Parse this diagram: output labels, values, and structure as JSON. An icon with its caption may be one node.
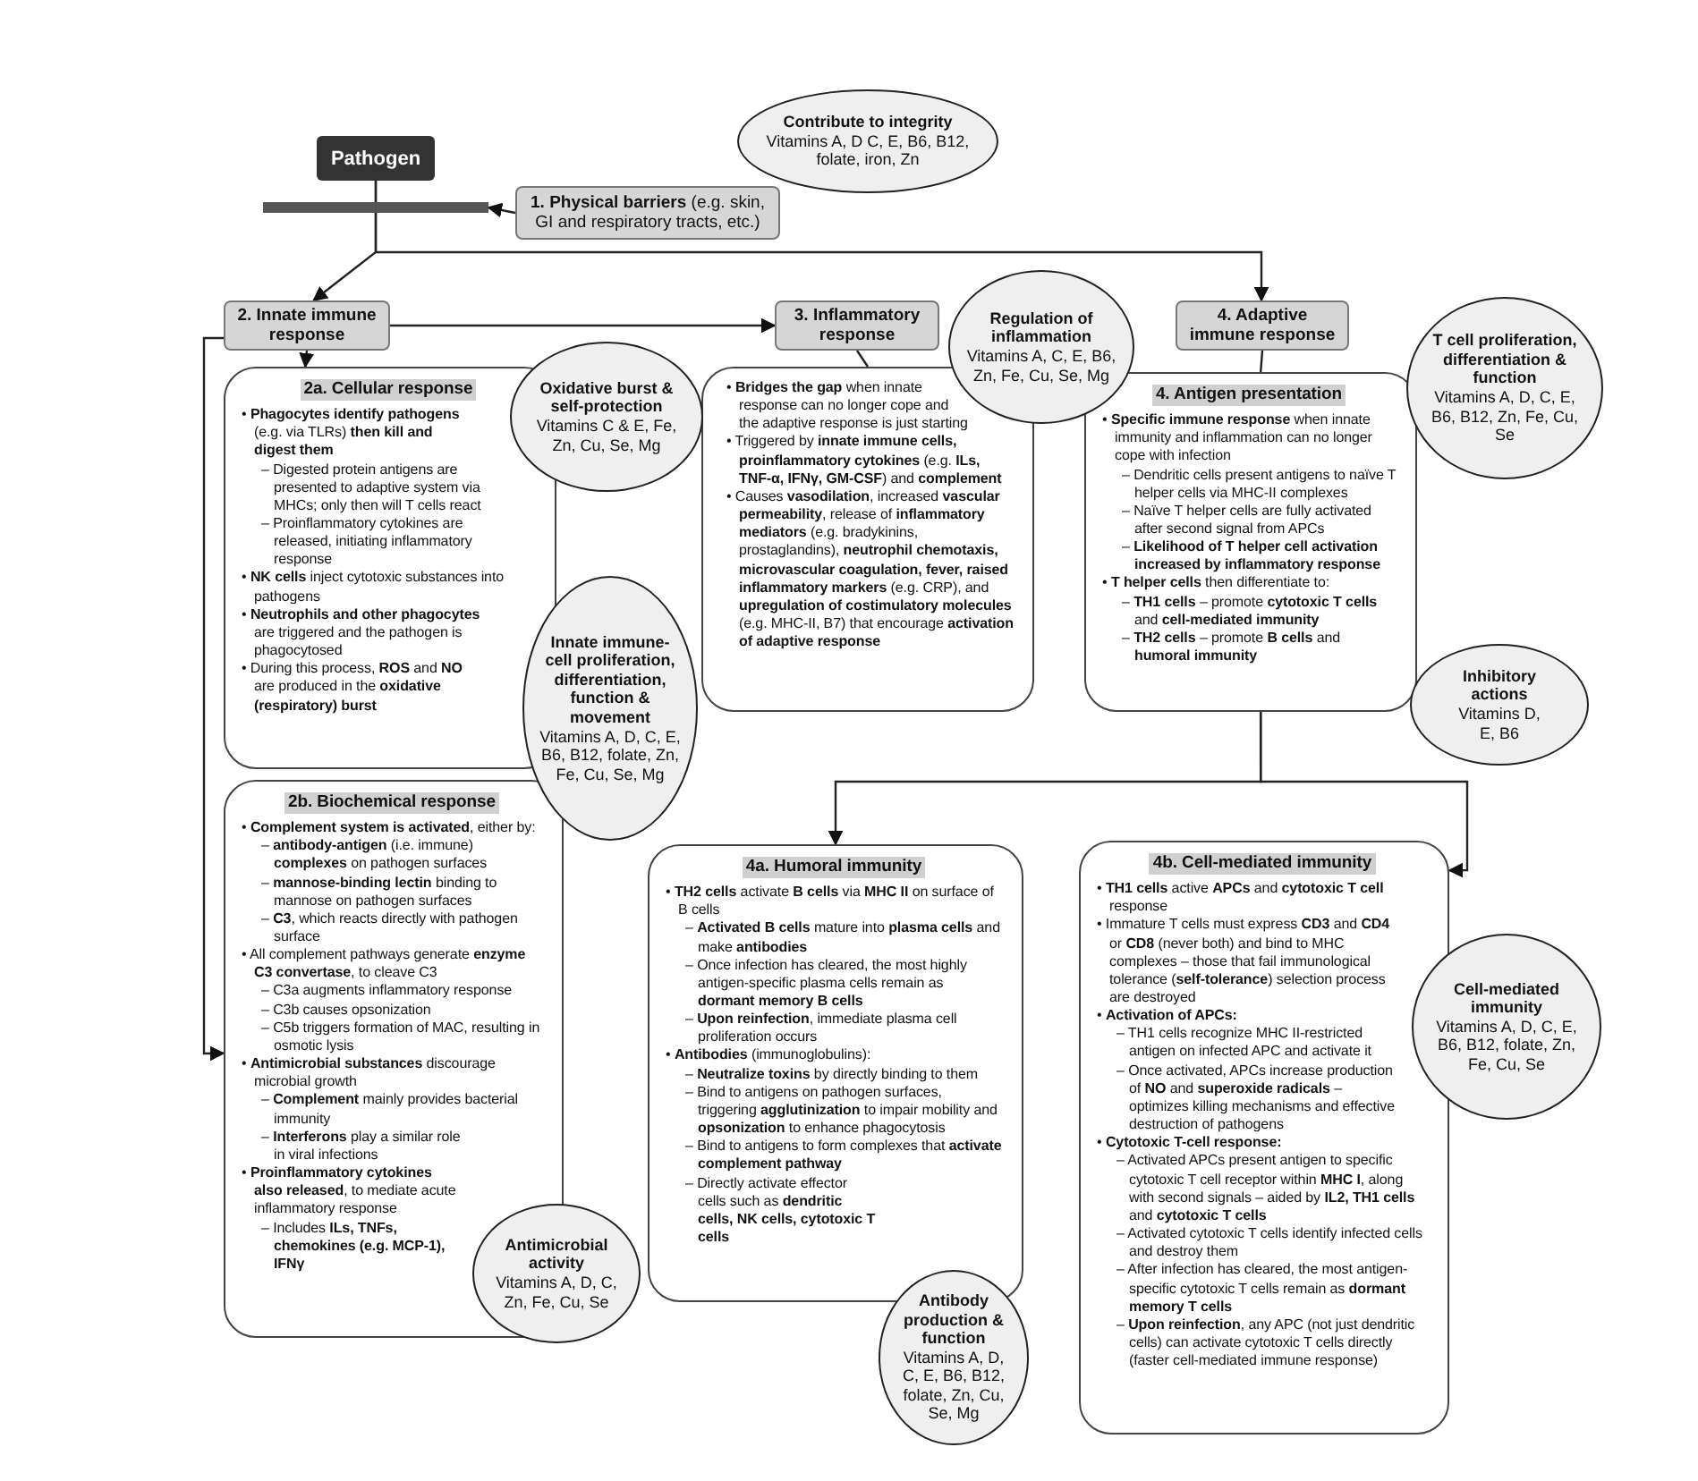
{
  "diagram": {
    "nodes": [
      {
        "text": [
          "Pathogen"
        ]
      },
      {
        "text": [
          "Contribute to integrity",
          "Vitamins A, D C, E, B6, B12, folate, iron, Zn"
        ]
      },
      {
        "text": [],
        "shape": "bar"
      },
      {
        "text": [
          "**1. Physical barriers** (e.g. skin, GI and respiratory tracts, etc.)"
        ]
      },
      {
        "text": [
          "2. Innate immune response"
        ]
      },
      {
        "text": [
          "3. Inflammatory response"
        ]
      },
      {
        "text": [
          "Regulation of inflammation",
          "Vitamins A, C, E, B6, Zn, Fe, Cu, Se, Mg"
        ]
      },
      {
        "text": [
          "4. Adaptive immune response"
        ]
      },
      {
        "text": [
          "T cell proliferation, differentiation & function",
          "Vitamins A, D, C, E, B6, B12, Zn, Fe, Cu, Se"
        ]
      },
      {
        "text": [
          "2a. Cellular response",
          "• **Phagocytes identify pathogens** (e.g. via TLRs) **then kill and digest them**",
          "– Digested protein antigens are presented to adaptive system via MHCs; only then will T cells react",
          "– Proinflammatory cytokines are released, initiating inflammatory response",
          "• **NK cells** inject cytotoxic substances into pathogens",
          "• **Neutrophils and other phagocytes** are triggered and the pathogen is phagocytosed",
          "• During this process, **ROS** and **NO** are produced in the **oxidative (respiratory) burst**"
        ]
      },
      {
        "text": [
          "Oxidative burst & self-protection",
          "Vitamins C & E, Fe, Zn, Cu, Se, Mg"
        ]
      },
      {
        "text": [
          "• **Bridges the gap** when innate response can no longer cope and the adaptive response is just starting",
          "• Triggered by **innate immune cells, proinflammatory cytokines** (e.g. **ILs, TNF-α, IFNγ, GM-CSF**) and **complement**",
          "• Causes **vasodilation**, increased **vascular permeability**, release of **inflammatory mediators** (e.g. bradykinins, prostaglandins), **neutrophil chemotaxis, microvascular coagulation, fever, raised inflammatory markers** (e.g. CRP), and **upregulation of costimulatory molecules** (e.g. MHC-II, B7) that encourage **activation of adaptive response**"
        ]
      },
      {
        "text": [
          "4. Antigen presentation",
          "• **Specific immune response** when innate immunity and inflammation can no longer cope with infection",
          "– Dendritic cells present antigens to naïve T helper cells via MHC-II complexes",
          "– Naïve T helper cells are fully activated after second signal from APCs",
          "– **Likelihood of T helper cell activation increased by inflammatory response**",
          "• **T helper cells** then differentiate to:",
          "– **TH1 cells** – promote **cytotoxic T cells** and **cell-mediated immunity**",
          "– **TH2 cells** – promote **B cells** and **humoral immunity**"
        ]
      },
      {
        "text": [
          "Innate immune-cell proliferation, differentiation, function & movement",
          "Vitamins A, D, C, E, B6, B12, folate, Zn, Fe, Cu, Se, Mg"
        ]
      },
      {
        "text": [
          "Inhibitory actions",
          "Vitamins D, E, B6"
        ]
      },
      {
        "text": [
          "2b. Biochemical response",
          "• **Complement system is activated**, either by:",
          "– **antibody-antigen** (i.e. immune) **complexes** on pathogen surfaces",
          "– **mannose-binding lectin** binding to mannose on pathogen surfaces",
          "– **C3**, which reacts directly with pathogen surface",
          "• All complement pathways generate **enzyme C3 convertase**, to cleave C3",
          "– C3a augments inflammatory response",
          "– C3b causes opsonization",
          "– C5b triggers formation of MAC, resulting in osmotic lysis",
          "• **Antimicrobial substances** discourage microbial growth",
          "– **Complement** mainly provides bacterial immunity",
          "– **Interferons** play a similar role in viral infections",
          "• **Proinflammatory cytokines also released**, to mediate acute inflammatory response",
          "– Includes **ILs, TNFs, chemokines (e.g. MCP-1), IFNγ**"
        ]
      },
      {
        "text": [
          "4a. Humoral immunity",
          "• **TH2 cells** activate **B cells** via **MHC II** on surface of B cells",
          "– **Activated B cells** mature into **plasma cells** and make **antibodies**",
          "– Once infection has cleared, the most highly antigen-specific plasma cells remain as **dormant memory B cells**",
          "– **Upon reinfection**, immediate plasma cell proliferation occurs",
          "• **Antibodies** (immunoglobulins):",
          "– **Neutralize toxins** by directly binding to them",
          "– Bind to antigens on pathogen surfaces, triggering **agglutinization** to impair mobility and **opsonization** to enhance phagocytosis",
          "– Bind to antigens to form complexes that **activate complement pathway**",
          "– Directly activate effector cells such as **dendritic cells, NK cells, cytotoxic T cells**"
        ]
      },
      {
        "text": [
          "4b. Cell-mediated immunity",
          "• **TH1 cells** active **APCs** and **cytotoxic T cell** response",
          "• Immature T cells must express **CD3** and **CD4** or **CD8** (never both) and bind to MHC complexes – those that fail immunological tolerance (**self-tolerance**) selection process are destroyed",
          "• **Activation of APCs:**",
          "– TH1 cells recognize MHC II-restricted antigen on infected APC and activate it",
          "– Once activated, APCs increase production of **NO** and **superoxide radicals** – optimizes killing mechanisms and effective destruction of pathogens",
          "• **Cytotoxic T-cell response:**",
          "– Activated APCs present antigen to specific cytotoxic T cell receptor within **MHC I**, along with second signals – aided by **IL2, TH1 cells** and **cytotoxic T cells**",
          "– Activated cytotoxic T cells identify infected cells and destroy them",
          "– After infection has cleared, the most antigen-specific cytotoxic T cells remain as **dormant memory T cells**",
          "– **Upon reinfection**, any APC (not just dendritic cells) can activate cytotoxic T cells directly (faster cell-mediated immune response)"
        ]
      },
      {
        "text": [
          "Cell-mediated immunity",
          "Vitamins A, D, C, E, B6, B12, folate, Zn, Fe, Cu, Se"
        ]
      },
      {
        "text": [
          "Antimicrobial activity",
          "Vitamins A, D, C, Zn, Fe, Cu, Se"
        ]
      },
      {
        "text": [
          "Antibody production & function",
          "Vitamins A, D, C, E, B6, B12, folate, Zn, Cu, Se, Mg"
        ]
      }
    ],
    "edges": [
      {
        "from": 0,
        "to": 4,
        "arrow": "to"
      },
      {
        "from": 0,
        "to": 7,
        "arrow": "to"
      },
      {
        "from": 3,
        "to": 2,
        "arrow": "to"
      },
      {
        "from": 4,
        "to": 5,
        "arrow": "to"
      },
      {
        "from": 4,
        "to": 9,
        "arrow": "to"
      },
      {
        "from": 4,
        "to": 15,
        "arrow": "to"
      },
      {
        "from": 5,
        "to": 11,
        "arrow": "none"
      },
      {
        "from": 7,
        "to": 12,
        "arrow": "none"
      },
      {
        "from": 12,
        "to": 16,
        "arrow": "to"
      },
      {
        "from": 12,
        "to": 17,
        "arrow": "to"
      }
    ]
  }
}
